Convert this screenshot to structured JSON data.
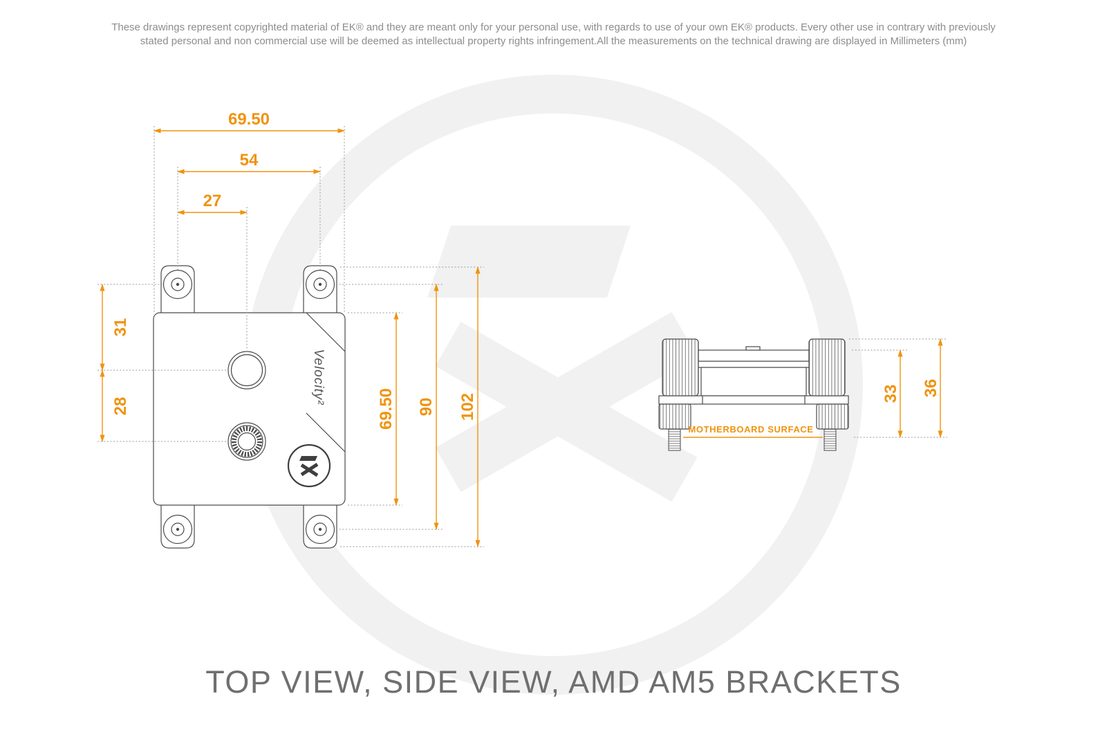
{
  "disclaimer": {
    "line1": "These drawings represent copyrighted material of EK® and they are meant only for your personal use, with regards to use of  your own EK® products. Every other use in contrary with previously",
    "line2": "stated personal and non commercial use will be deemed as intellectual property rights infringement.All the measurements on the technical drawing are displayed in Millimeters (mm)"
  },
  "title": "TOP VIEW, SIDE VIEW, AMD AM5 BRACKETS",
  "top_view": {
    "product_label": "Velocity²",
    "dims": {
      "width_outer": "69.50",
      "width_mount_holes": "54",
      "width_to_port": "27",
      "hole_to_port": "31",
      "port_to_port": "28",
      "block_height": "69.50",
      "mount_hole_spacing": "90",
      "overall_height": "102"
    }
  },
  "side_view": {
    "surface_label": "MOTHERBOARD SURFACE",
    "dims": {
      "plate_to_surface": "33",
      "top_to_surface": "36"
    }
  },
  "colors": {
    "accent_orange": "#F0930E",
    "drawing_line": "#4A4A4A",
    "watermark_gray": "#F1F1F1",
    "disclaimer_gray": "#8D8D8D",
    "title_gray": "#6F6F6F"
  }
}
